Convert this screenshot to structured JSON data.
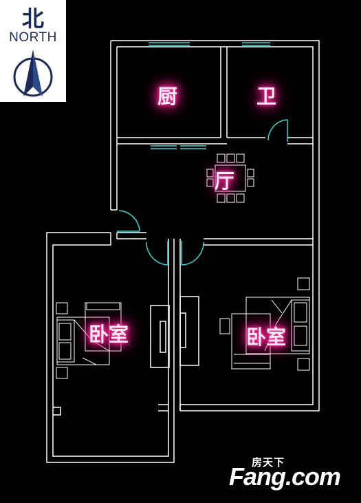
{
  "compass": {
    "cn": "北",
    "en": "NORTH",
    "icon": "north-arrow-icon"
  },
  "rooms": {
    "kitchen": "厨",
    "bathroom": "卫",
    "living": "厅",
    "bedroom_left": "卧室",
    "bedroom_right": "卧室"
  },
  "watermark": {
    "top": "房天下",
    "main": "Fang.com"
  },
  "colors": {
    "walls": "#ffffff",
    "windows": "#3ad6d6",
    "doors": "#3ad6d6",
    "label_glow": "#ff2a9a",
    "background": "#000000"
  }
}
